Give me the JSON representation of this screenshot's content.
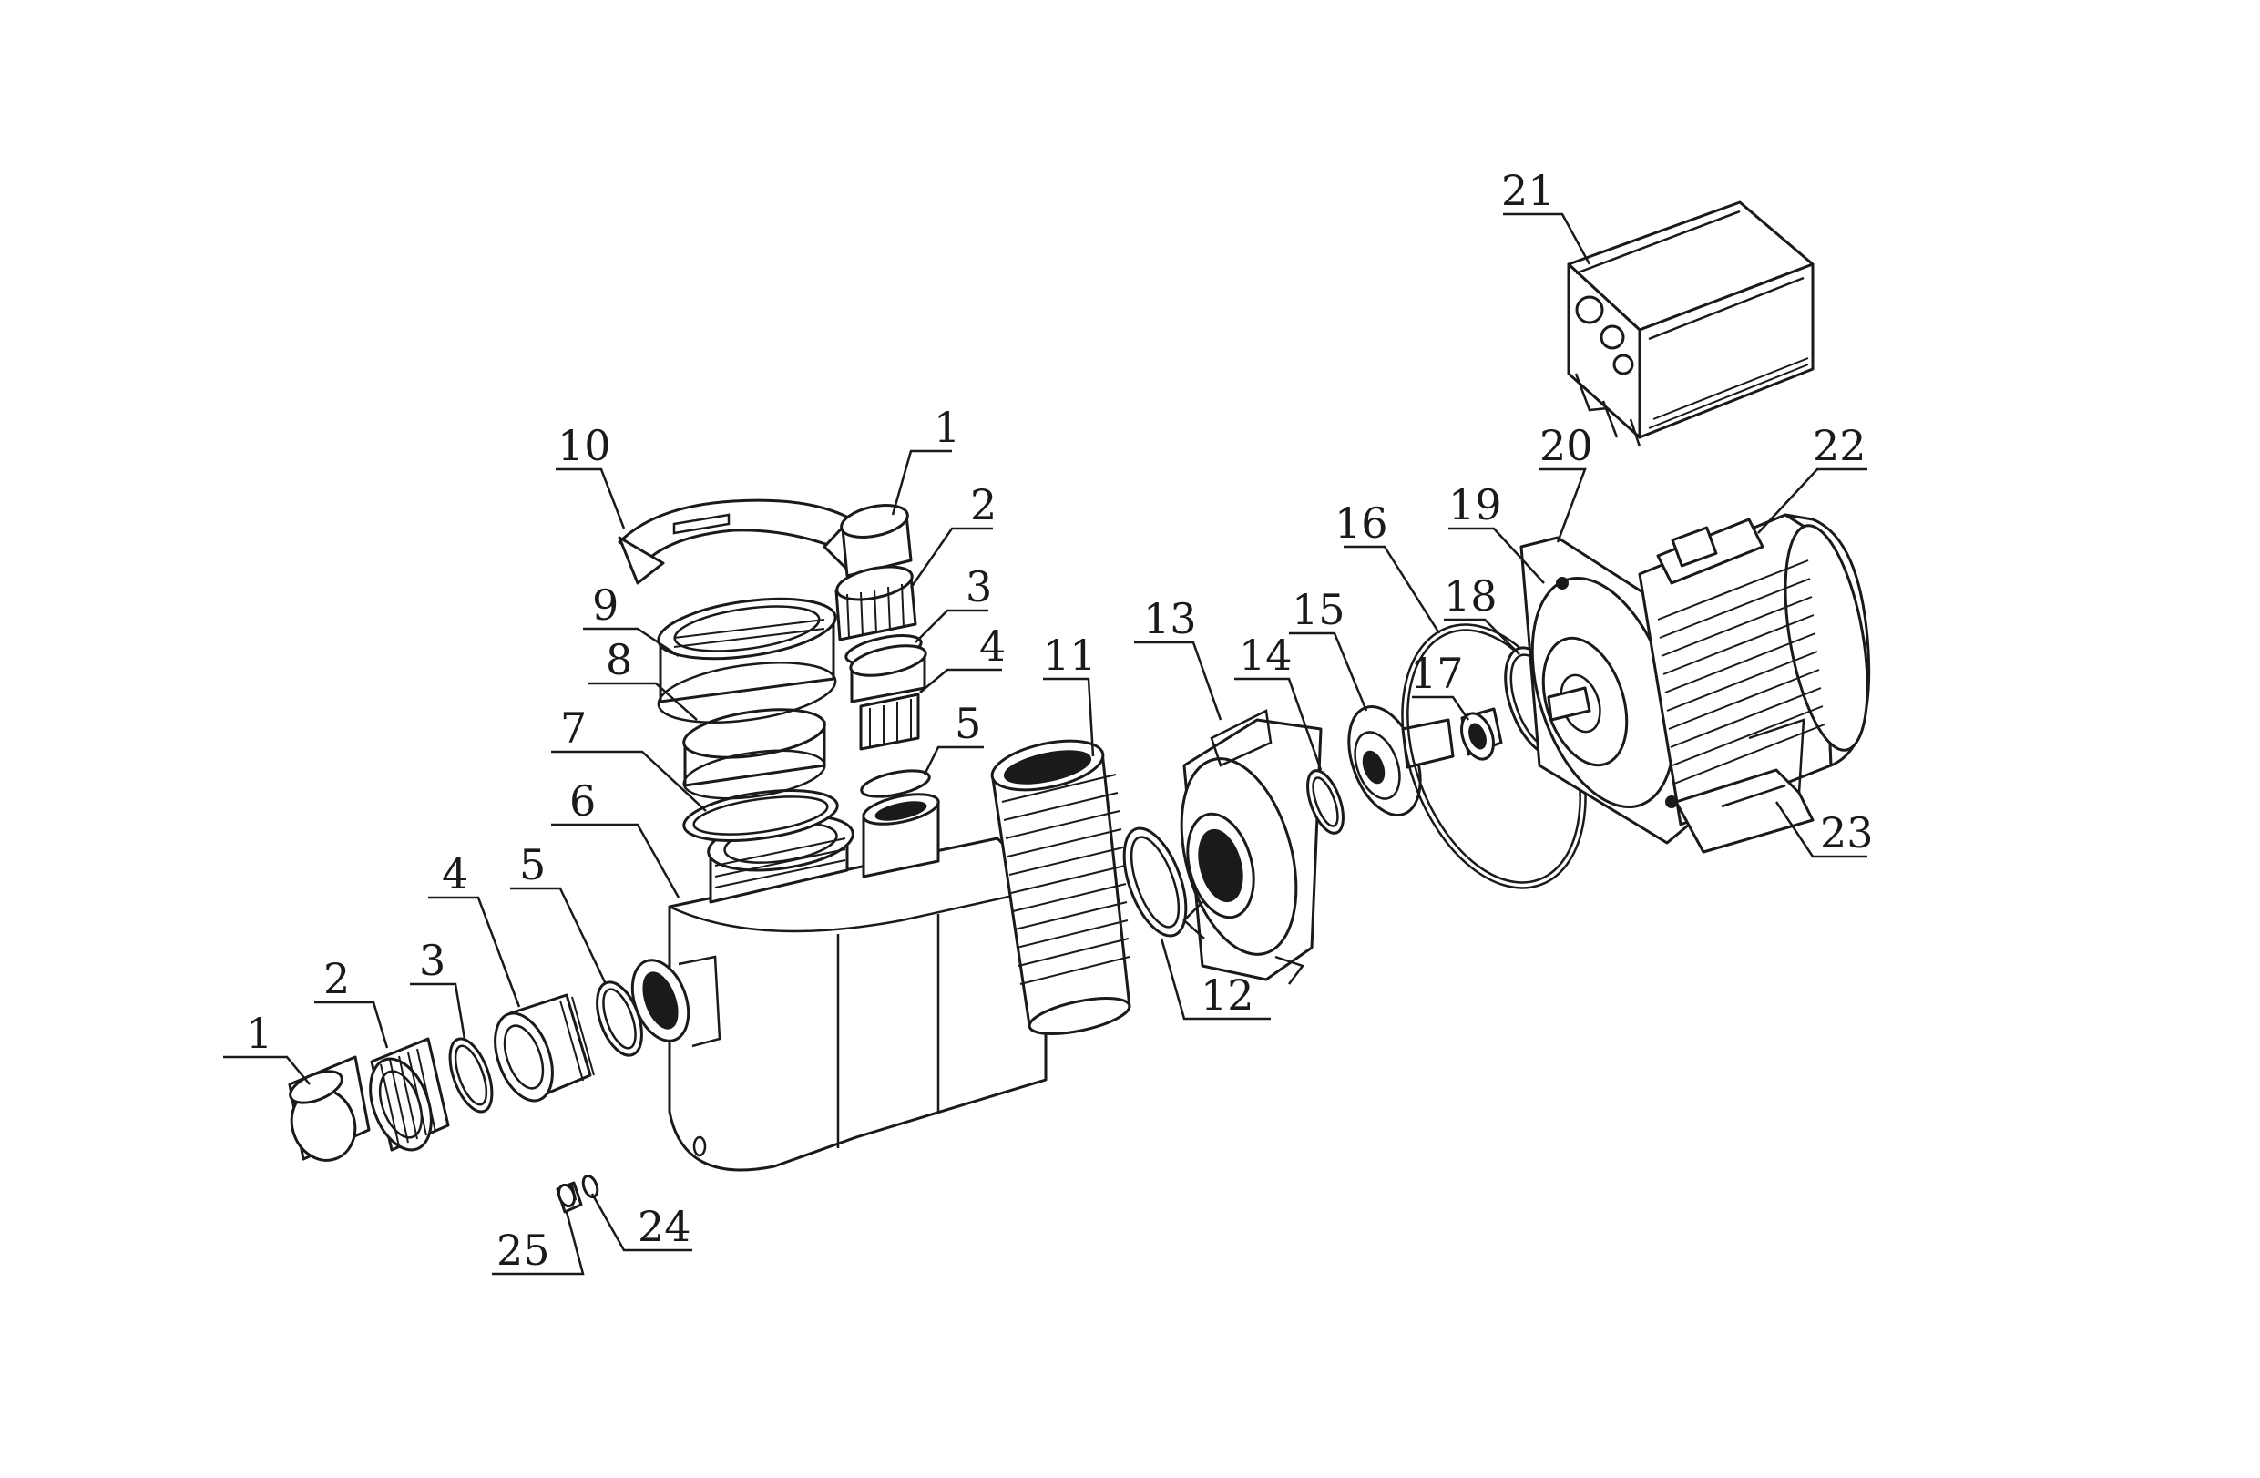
{
  "diagram": {
    "type": "exploded-parts-diagram",
    "callouts": [
      {
        "id": "inlet-1",
        "label": "1"
      },
      {
        "id": "inlet-2",
        "label": "2"
      },
      {
        "id": "inlet-3",
        "label": "3"
      },
      {
        "id": "inlet-4",
        "label": "4"
      },
      {
        "id": "inlet-5",
        "label": "5"
      },
      {
        "id": "body-6",
        "label": "6"
      },
      {
        "id": "oring-7",
        "label": "7"
      },
      {
        "id": "lid-8",
        "label": "8"
      },
      {
        "id": "ring-9",
        "label": "9"
      },
      {
        "id": "handle-10",
        "label": "10"
      },
      {
        "id": "outlet-1",
        "label": "1"
      },
      {
        "id": "outlet-2",
        "label": "2"
      },
      {
        "id": "outlet-3",
        "label": "3"
      },
      {
        "id": "outlet-4",
        "label": "4"
      },
      {
        "id": "outlet-5",
        "label": "5"
      },
      {
        "id": "basket-11",
        "label": "11"
      },
      {
        "id": "oring-12",
        "label": "12"
      },
      {
        "id": "diffuser-13",
        "label": "13"
      },
      {
        "id": "oring-14",
        "label": "14"
      },
      {
        "id": "impeller-15",
        "label": "15"
      },
      {
        "id": "oring-16",
        "label": "16"
      },
      {
        "id": "seal-17",
        "label": "17"
      },
      {
        "id": "oring-18",
        "label": "18"
      },
      {
        "id": "plate-19",
        "label": "19"
      },
      {
        "id": "flange-20",
        "label": "20"
      },
      {
        "id": "box-21",
        "label": "21"
      },
      {
        "id": "motor-22",
        "label": "22"
      },
      {
        "id": "base-23",
        "label": "23"
      },
      {
        "id": "washer-24",
        "label": "24"
      },
      {
        "id": "plug-25",
        "label": "25"
      }
    ]
  }
}
